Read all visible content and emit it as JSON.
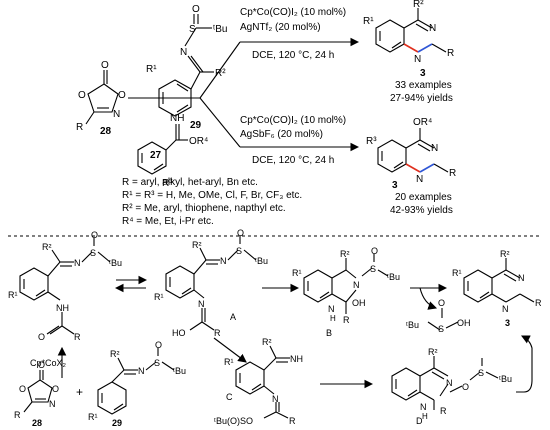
{
  "upper": {
    "reagent_29": {
      "S": "S",
      "O": "O",
      "tBu": "ᵗBu",
      "N": "N",
      "R2": "R²",
      "R1": "R¹",
      "label": "29"
    },
    "reagent_28": {
      "O_top": "O",
      "O_ring1": "O",
      "O_ring2": "O",
      "N": "N",
      "R": "R",
      "label": "28"
    },
    "reagent_27": {
      "NH": "NH",
      "OR4": "OR⁴",
      "R3": "R³",
      "label": "27"
    },
    "cond_top": {
      "line1": "Cp*Co(CO)I₂ (10 mol%)",
      "line2": "AgNTf₂ (20 mol%)",
      "line3": "DCE, 120 °C, 24 h"
    },
    "cond_bottom": {
      "line1": "Cp*Co(CO)I₂ (10 mol%)",
      "line2": "AgSbF₆ (20 mol%)",
      "line3": "DCE, 120 °C, 24 h"
    },
    "product_top": {
      "R1": "R¹",
      "R2": "R²",
      "N1": "N",
      "N2": "N",
      "R": "R",
      "label": "3",
      "examples": "33 examples",
      "yields": "27-94% yields"
    },
    "product_bottom": {
      "OR4": "OR⁴",
      "R3": "R³",
      "N1": "N",
      "N2": "N",
      "R": "R",
      "label": "3",
      "examples": "20 examples",
      "yields": "42-93% yields"
    },
    "definitions": [
      "R = aryl, alkyl, het-aryl, Bn etc.",
      "R¹ = R³ = H, Me, OMe, Cl, F, Br, CF₃ etc.",
      "R² = Me, aryl, thiophene, napthyl etc.",
      "R⁴ = Me, Et, i-Pr etc."
    ]
  },
  "mechanism": {
    "start": {
      "R2": "R²",
      "N": "N",
      "S": "S",
      "O": "O",
      "tBu": "ᵗBu",
      "R1": "R¹",
      "NH": "NH",
      "O2": "O",
      "R": "R"
    },
    "A": {
      "R2": "R²",
      "N": "N",
      "S": "S",
      "O": "O",
      "tBu": "ᵗBu",
      "R1": "R¹",
      "N2": "N",
      "HO": "HO",
      "R": "R",
      "label": "A"
    },
    "B": {
      "R1": "R¹",
      "R2": "R²",
      "N": "N",
      "S": "S",
      "O": "O",
      "tBu": "ᵗBu",
      "N2": "N",
      "H": "H",
      "OH": "OH",
      "R": "R",
      "label": "B"
    },
    "sulfenic": {
      "O": "O",
      "S": "S",
      "tBu": "ᵗBu",
      "OH": "OH"
    },
    "product": {
      "R1": "R¹",
      "R2": "R²",
      "N1": "N",
      "N2": "N",
      "R": "R",
      "label": "3"
    },
    "C": {
      "R1": "R¹",
      "R2": "R²",
      "NH": "NH",
      "N": "N",
      "tBuSO": "ᵗBu(O)SO",
      "R": "R",
      "label": "C"
    },
    "D": {
      "R2": "R²",
      "N": "N",
      "O": "O",
      "S": "S",
      "tBu": "ᵗBu",
      "N2": "N",
      "H": "H",
      "R": "R",
      "label": "D"
    },
    "catalyst": "Cp*CoX₂",
    "r28": {
      "O_top": "O",
      "O1": "O",
      "O2": "O",
      "N": "N",
      "R": "R",
      "label": "28"
    },
    "plus": "+",
    "r29": {
      "R2": "R²",
      "N": "N",
      "S": "S",
      "O": "O",
      "tBu": "ᵗBu",
      "R1": "R¹",
      "label": "29"
    }
  },
  "colors": {
    "bond_red": "#e0301e",
    "bond_blue": "#2f56d6"
  }
}
